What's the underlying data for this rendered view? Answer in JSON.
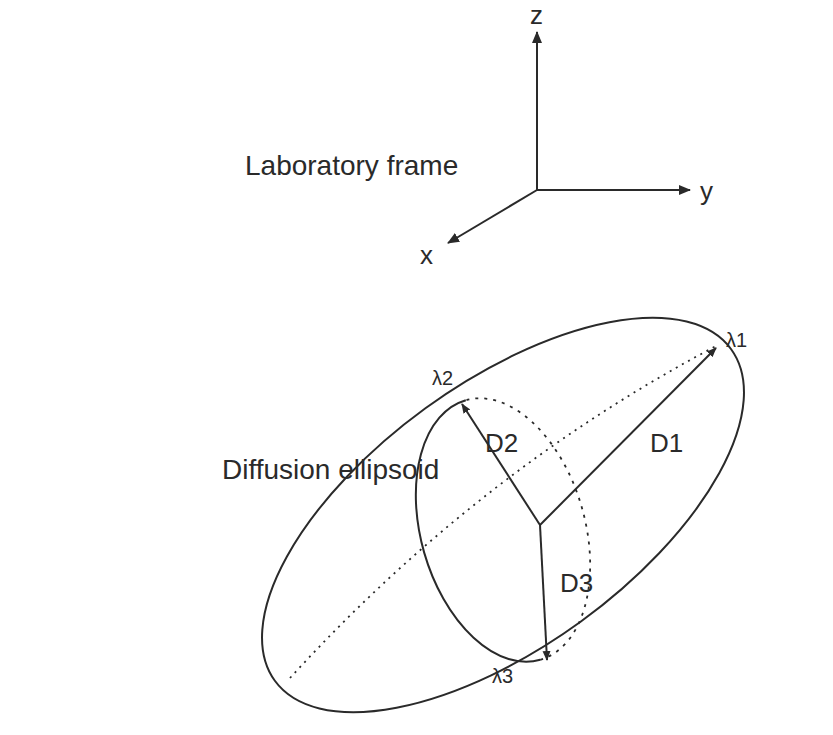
{
  "diagram": {
    "labels": [
      "z",
      "y",
      "x",
      "Laboratory frame",
      "Diffusion ellipsoid",
      "λ2",
      "λ1",
      "λ3",
      "D2",
      "D1",
      "D3"
    ]
  }
}
